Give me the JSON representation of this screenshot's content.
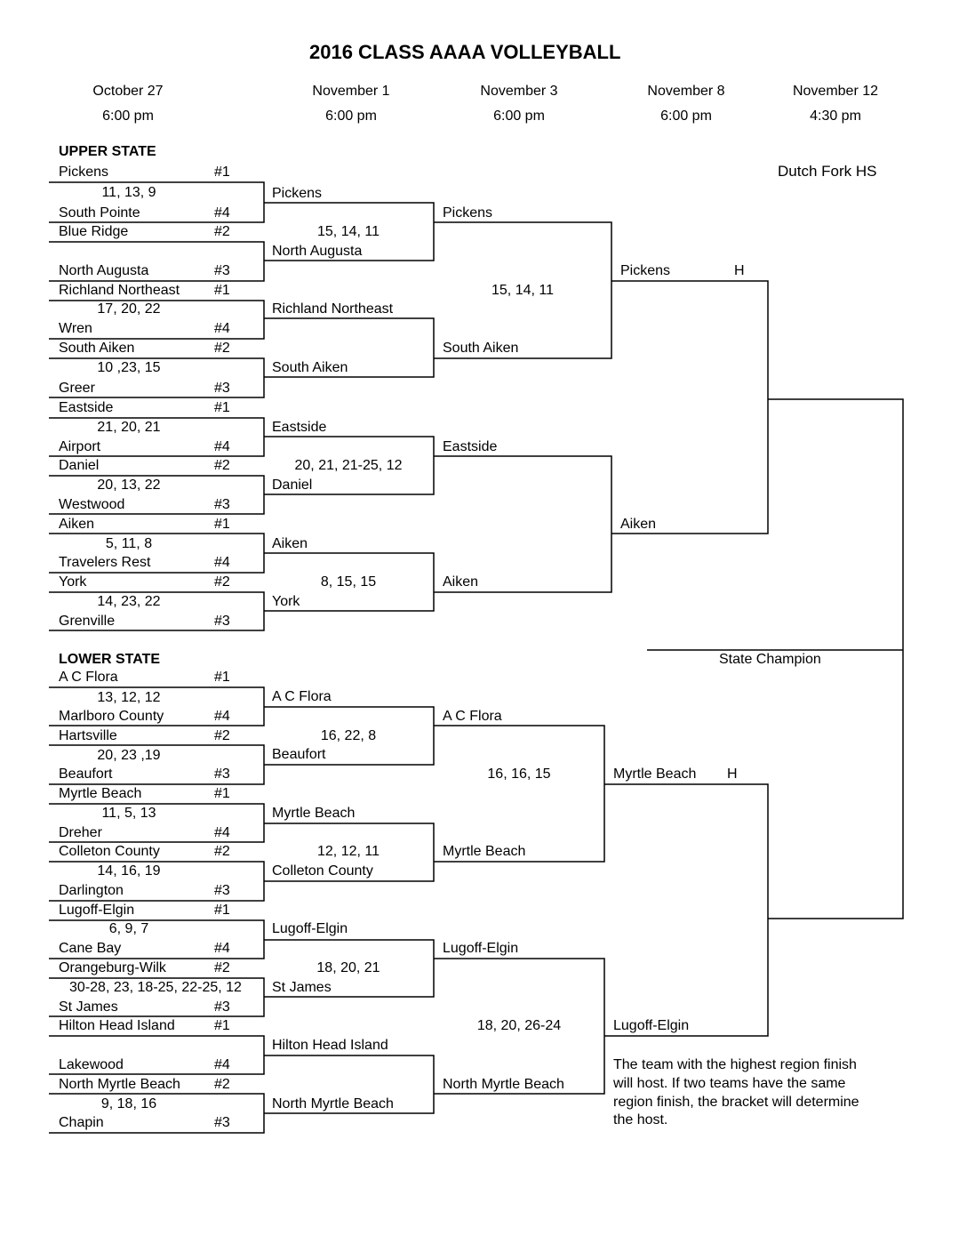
{
  "title": "2016 CLASS AAAA VOLLEYBALL",
  "columns": [
    {
      "date": "October 27",
      "time": "6:00 pm"
    },
    {
      "date": "November 1",
      "time": "6:00 pm"
    },
    {
      "date": "November 3",
      "time": "6:00 pm"
    },
    {
      "date": "November 8",
      "time": "6:00 pm"
    },
    {
      "date": "November 12",
      "time": "4:30 pm"
    }
  ],
  "final_site": "Dutch Fork HS",
  "upper": {
    "label": "UPPER STATE",
    "r1": [
      {
        "t1": "Pickens",
        "s1": "#1",
        "score": "11, 13, 9",
        "t2": "South Pointe",
        "s2": "#4"
      },
      {
        "t1": "Blue Ridge",
        "s1": "#2",
        "score": "",
        "t2": "North Augusta",
        "s2": "#3"
      },
      {
        "t1": "Richland Northeast",
        "s1": "#1",
        "score": "17, 20, 22",
        "t2": "Wren",
        "s2": "#4"
      },
      {
        "t1": "South Aiken",
        "s1": "#2",
        "score": "10 ,23, 15",
        "t2": "Greer",
        "s2": "#3"
      },
      {
        "t1": "Eastside",
        "s1": "#1",
        "score": "21, 20, 21",
        "t2": "Airport",
        "s2": "#4"
      },
      {
        "t1": "Daniel",
        "s1": "#2",
        "score": "20, 13, 22",
        "t2": "Westwood",
        "s2": "#3"
      },
      {
        "t1": "Aiken",
        "s1": "#1",
        "score": "5, 11, 8",
        "t2": "Travelers Rest",
        "s2": "#4"
      },
      {
        "t1": "York",
        "s1": "#2",
        "score": "14, 23, 22",
        "t2": "Grenville",
        "s2": "#3"
      }
    ],
    "r2": [
      "Pickens",
      "North Augusta",
      "Richland Northeast",
      "South Aiken",
      "Eastside",
      "Daniel",
      "Aiken",
      "York"
    ],
    "r2_scores": [
      "15, 14, 11",
      "20, 21, 21-25, 12",
      "8, 15, 15"
    ],
    "r3": [
      "Pickens",
      "South Aiken",
      "Eastside",
      "Aiken"
    ],
    "r3_scores": [
      "15, 14, 11"
    ],
    "r4": [
      "Pickens",
      "Aiken"
    ],
    "host": "H"
  },
  "champion_label": "State Champion",
  "lower": {
    "label": "LOWER STATE",
    "r1": [
      {
        "t1": "A C Flora",
        "s1": "#1",
        "score": "13, 12, 12",
        "t2": "Marlboro County",
        "s2": "#4"
      },
      {
        "t1": "Hartsville",
        "s1": "#2",
        "score": "20, 23 ,19",
        "t2": "Beaufort",
        "s2": "#3"
      },
      {
        "t1": "Myrtle Beach",
        "s1": "#1",
        "score": "11, 5, 13",
        "t2": "Dreher",
        "s2": "#4"
      },
      {
        "t1": "Colleton County",
        "s1": "#2",
        "score": "14, 16, 19",
        "t2": "Darlington",
        "s2": "#3"
      },
      {
        "t1": "Lugoff-Elgin",
        "s1": "#1",
        "score": "6, 9, 7",
        "t2": "Cane Bay",
        "s2": "#4"
      },
      {
        "t1": "Orangeburg-Wilk",
        "s1": "#2",
        "score": "30-28, 23, 18-25, 22-25, 12",
        "t2": "St James",
        "s2": "#3"
      },
      {
        "t1": "Hilton Head Island",
        "s1": "#1",
        "score": "",
        "t2": "Lakewood",
        "s2": "#4"
      },
      {
        "t1": "North Myrtle Beach",
        "s1": "#2",
        "score": "9, 18, 16",
        "t2": "Chapin",
        "s2": "#3"
      }
    ],
    "r2": [
      "A C Flora",
      "Beaufort",
      "Myrtle Beach",
      "Colleton County",
      "Lugoff-Elgin",
      "St James",
      "Hilton Head Island",
      "North Myrtle Beach"
    ],
    "r2_scores": [
      "16, 22, 8",
      "12, 12, 11",
      "18, 20, 21"
    ],
    "r3": [
      "A C Flora",
      "Myrtle Beach",
      "Lugoff-Elgin",
      "North Myrtle Beach"
    ],
    "r3_scores": [
      "16, 16, 15",
      "18, 20, 26-24"
    ],
    "r4": [
      "Myrtle Beach",
      "Lugoff-Elgin"
    ],
    "host": "H"
  },
  "note": [
    "The team with the highest region finish",
    "will host.  If two teams have the same",
    "region finish, the bracket will determine",
    "the host."
  ]
}
